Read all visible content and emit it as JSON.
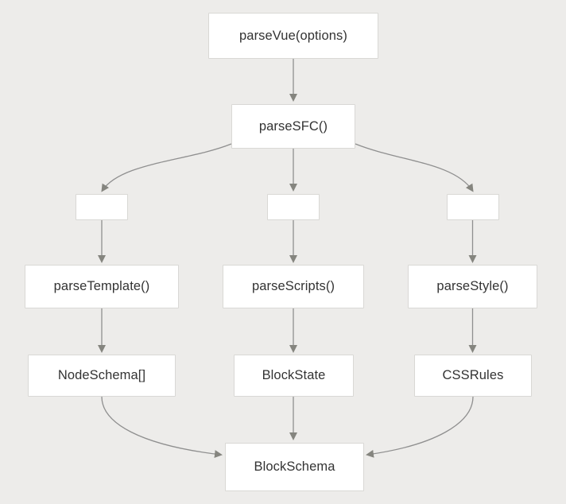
{
  "diagram": {
    "type": "flowchart",
    "colors": {
      "bg": "#edecea",
      "node_fill": "#ffffff",
      "node_border": "#d9d8d5",
      "text": "#333333",
      "edge": "#8f8f8f",
      "arrowhead": "#85857f"
    },
    "nodes": {
      "parse_vue": {
        "label": "parseVue(options)"
      },
      "parse_sfc": {
        "label": "parseSFC()"
      },
      "branch_template": {
        "label": ""
      },
      "branch_script": {
        "label": ""
      },
      "branch_style": {
        "label": ""
      },
      "parse_template": {
        "label": "parseTemplate()"
      },
      "parse_scripts": {
        "label": "parseScripts()"
      },
      "parse_style": {
        "label": "parseStyle()"
      },
      "node_schema": {
        "label": "NodeSchema[]"
      },
      "block_state": {
        "label": "BlockState"
      },
      "css_rules": {
        "label": "CSSRules"
      },
      "block_schema": {
        "label": "BlockSchema"
      }
    },
    "edges": [
      {
        "from": "parse_vue",
        "to": "parse_sfc"
      },
      {
        "from": "parse_sfc",
        "to": "branch_template"
      },
      {
        "from": "parse_sfc",
        "to": "branch_script"
      },
      {
        "from": "parse_sfc",
        "to": "branch_style"
      },
      {
        "from": "branch_template",
        "to": "parse_template"
      },
      {
        "from": "branch_script",
        "to": "parse_scripts"
      },
      {
        "from": "branch_style",
        "to": "parse_style"
      },
      {
        "from": "parse_template",
        "to": "node_schema"
      },
      {
        "from": "parse_scripts",
        "to": "block_state"
      },
      {
        "from": "parse_style",
        "to": "css_rules"
      },
      {
        "from": "node_schema",
        "to": "block_schema"
      },
      {
        "from": "block_state",
        "to": "block_schema"
      },
      {
        "from": "css_rules",
        "to": "block_schema"
      }
    ]
  }
}
